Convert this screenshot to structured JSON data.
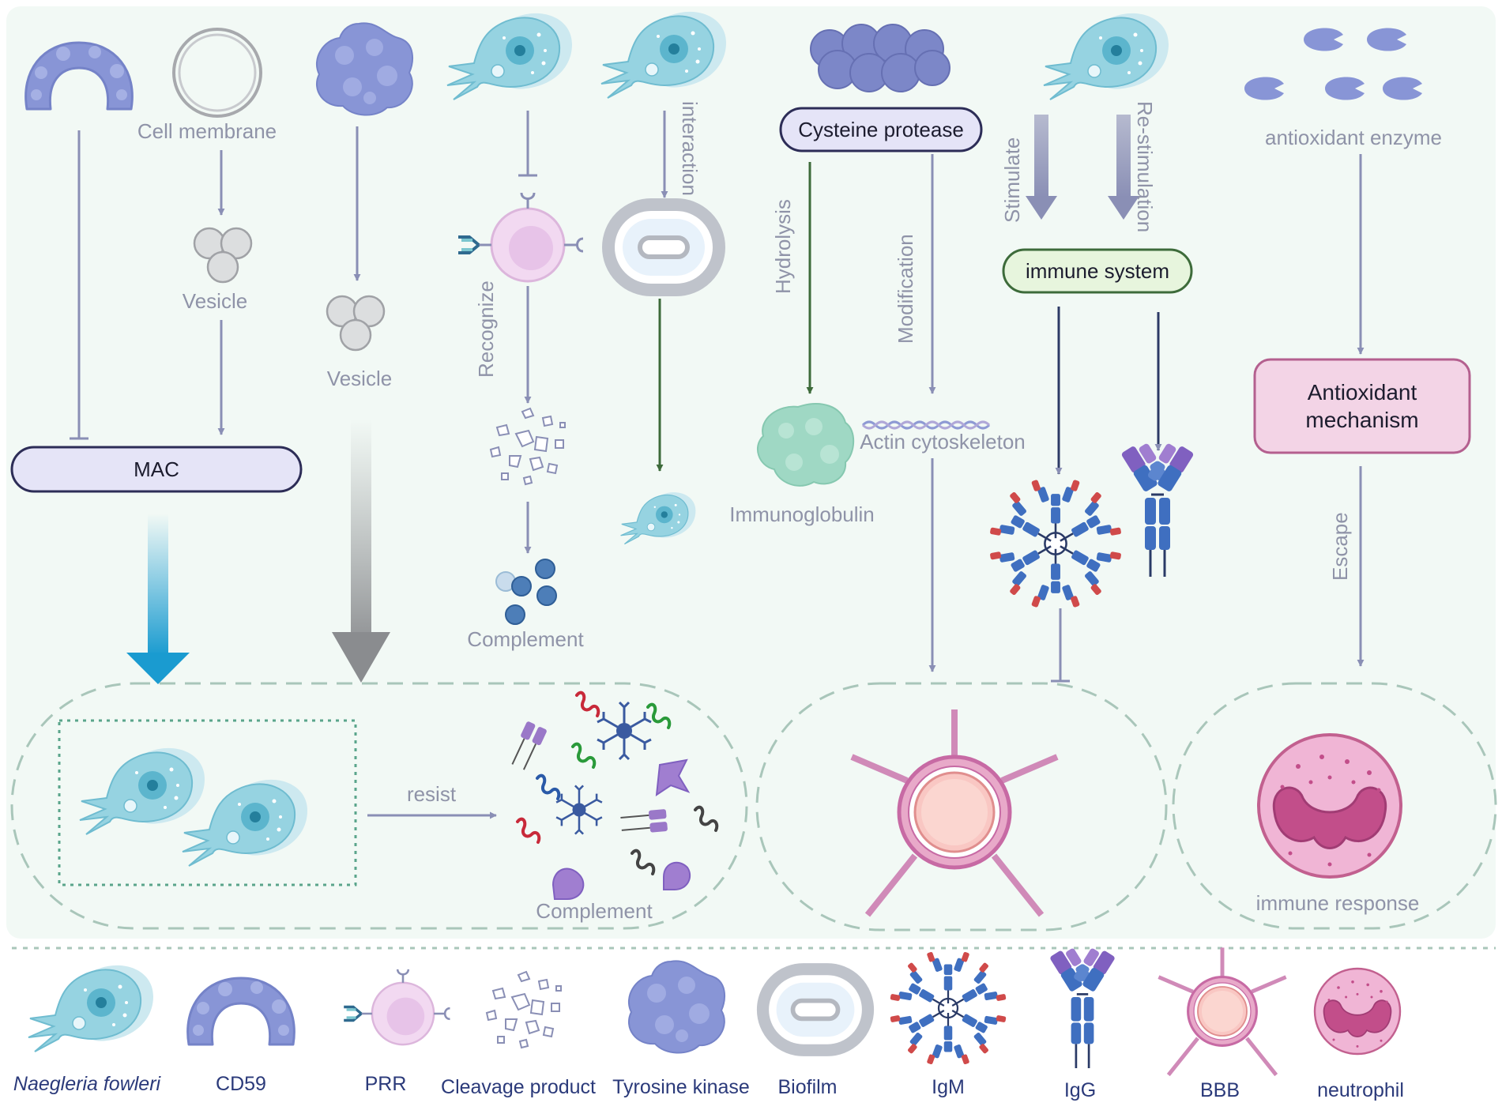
{
  "labels": {
    "cell_membrane": "Cell membrane",
    "vesicle_1": "Vesicle",
    "vesicle_2": "Vesicle",
    "mac": "MAC",
    "recognize": "Recognize",
    "complement_top": "Complement",
    "interaction": "interaction",
    "cysteine_protease": "Cysteine protease",
    "hydrolysis": "Hydrolysis",
    "modification": "Modification",
    "immunoglobulin": "Immunoglobulin",
    "actin_cytoskeleton": "Actin cytoskeleton",
    "stimulate": "Stimulate",
    "re_stimulation": "Re-stimulation",
    "immune_system": "immune system",
    "antioxidant_enzyme": "antioxidant enzyme",
    "antioxidant_mechanism_1": "Antioxidant",
    "antioxidant_mechanism_2": "mechanism",
    "escape": "Escape",
    "resist": "resist",
    "complement_bottom": "Complement",
    "immune_response": "immune response"
  },
  "legend": [
    {
      "label": "Naegleria fowleri",
      "icon": "naegleria-icon"
    },
    {
      "label": "CD59",
      "icon": "cd59-icon"
    },
    {
      "label": "PRR",
      "icon": "prr-icon"
    },
    {
      "label": "Cleavage product",
      "icon": "cleavage-product-icon"
    },
    {
      "label": "Tyrosine kinase",
      "icon": "tyrosine-kinase-icon"
    },
    {
      "label": "Biofilm",
      "icon": "biofilm-icon"
    },
    {
      "label": "IgM",
      "icon": "igm-icon"
    },
    {
      "label": "IgG",
      "icon": "igg-icon"
    },
    {
      "label": "BBB",
      "icon": "bbb-icon"
    },
    {
      "label": "neutrophil",
      "icon": "neutrophil-icon"
    }
  ],
  "colors": {
    "background": "#f2f9f5",
    "arrow": "#8a8fb5",
    "green_arrow": "#3d6b3a",
    "blue_arrow": "#1a9bd0",
    "gray_arrow": "#9a9c9f",
    "amoeba": "#8fd0de",
    "protein": "#8e9ad4",
    "pink_box": "#f3d4e6",
    "green_box": "#e7f5dd",
    "lavender_box": "#e5e4f7"
  }
}
